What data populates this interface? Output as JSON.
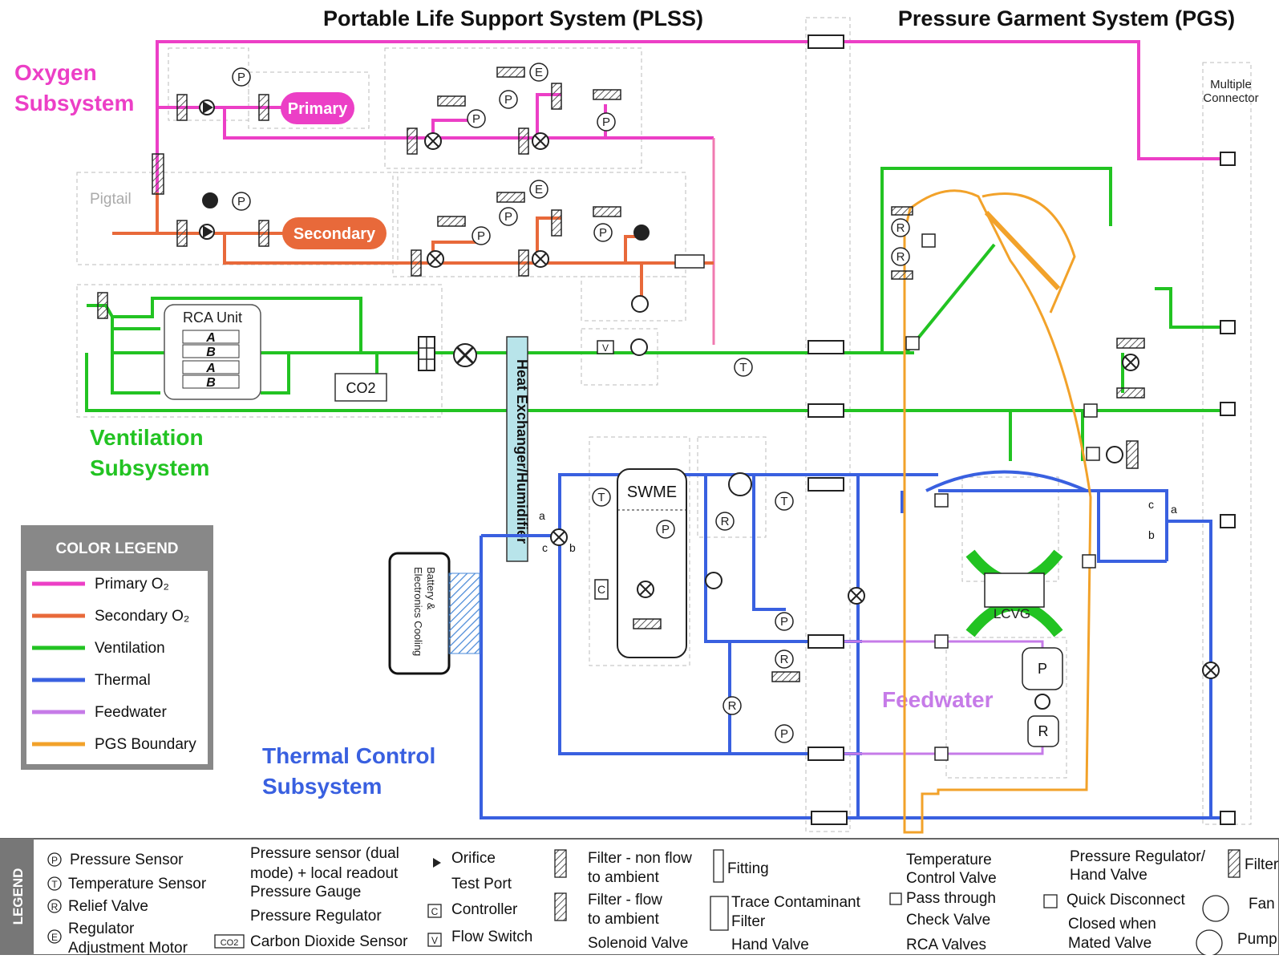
{
  "titles": {
    "plss": "Portable Life Support System (PLSS)",
    "pgs": "Pressure Garment System (PGS)"
  },
  "subsystems": {
    "oxygen_line1": "Oxygen",
    "oxygen_line2": "Subsystem",
    "ventilation_line1": "Ventilation",
    "ventilation_line2": "Subsystem",
    "thermal_line1": "Thermal Control",
    "thermal_line2": "Subsystem",
    "feedwater": "Feedwater"
  },
  "components": {
    "primary": "Primary",
    "secondary": "Secondary",
    "pigtail": "Pigtail",
    "rca_unit": "RCA Unit",
    "co2": "CO2",
    "heat_exchanger": "Heat Exchanger/Humidifier",
    "swme": "SWME",
    "lcvg": "LCVG",
    "battery_line1": "Battery &",
    "battery_line2": "Electronics Cooling",
    "multiple_connector_line1": "Multiple",
    "multiple_connector_line2": "Connector",
    "rca_bed_a": "A",
    "rca_bed_b": "B"
  },
  "symbol_letters": {
    "pressure": "P",
    "temperature": "T",
    "relief": "R",
    "regulator_motor": "E",
    "controller": "C",
    "flow_switch": "V",
    "port_a": "a",
    "port_b": "b",
    "port_c": "c"
  },
  "color_legend": {
    "title": "COLOR LEGEND",
    "items": [
      {
        "label": "Primary O₂",
        "color": "#ec3fc6"
      },
      {
        "label": "Secondary O₂",
        "color": "#e8693a"
      },
      {
        "label": "Ventilation",
        "color": "#22c322"
      },
      {
        "label": "Thermal",
        "color": "#3960e0"
      },
      {
        "label": "Feedwater",
        "color": "#c67be8"
      },
      {
        "label": "PGS Boundary",
        "color": "#f2a22a"
      }
    ]
  },
  "legend": {
    "title": "LEGEND",
    "items": {
      "pressure_sensor": "Pressure Sensor",
      "temperature_sensor": "Temperature Sensor",
      "relief_valve": "Relief Valve",
      "regulator_motor_1": "Regulator",
      "regulator_motor_2": "Adjustment Motor",
      "dual_sensor_1": "Pressure sensor (dual",
      "dual_sensor_2": "mode) + local readout",
      "pressure_gauge": "Pressure Gauge",
      "pressure_regulator": "Pressure Regulator",
      "co2_sensor": "Carbon Dioxide Sensor",
      "orifice": "Orifice",
      "test_port": "Test Port",
      "controller": "Controller",
      "flow_switch": "Flow Switch",
      "filter_nonflow_1": "Filter - non flow",
      "filter_nonflow_2": "to ambient",
      "filter_flow_1": "Filter - flow",
      "filter_flow_2": "to ambient",
      "solenoid_valve": "Solenoid Valve",
      "fitting": "Fitting",
      "trace_filter_1": "Trace Contaminant",
      "trace_filter_2": "Filter",
      "hand_valve": "Hand Valve",
      "temp_valve_1": "Temperature",
      "temp_valve_2": "Control Valve",
      "pass_through": "Pass through",
      "check_valve": "Check Valve",
      "rca_valves": "RCA Valves",
      "reg_hand_1": "Pressure Regulator/",
      "reg_hand_2": "Hand Valve",
      "quick_disconnect": "Quick Disconnect",
      "closed_mated_1": "Closed when",
      "closed_mated_2": "Mated Valve",
      "filter": "Filter",
      "fan": "Fan",
      "pump": "Pump",
      "co2_box": "CO2"
    }
  }
}
